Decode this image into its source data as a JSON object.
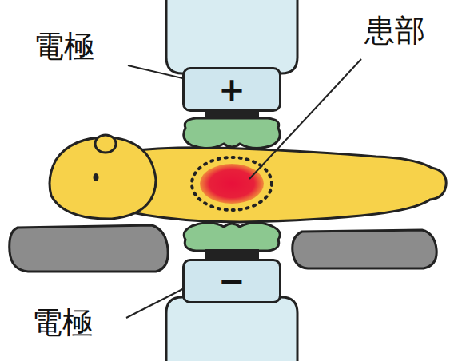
{
  "diagram": {
    "nodes": [
      {
        "text": [
          "+"
        ]
      },
      {
        "text": [
          "−"
        ]
      }
    ],
    "labels": [
      "電極",
      "患部",
      "電極"
    ]
  }
}
